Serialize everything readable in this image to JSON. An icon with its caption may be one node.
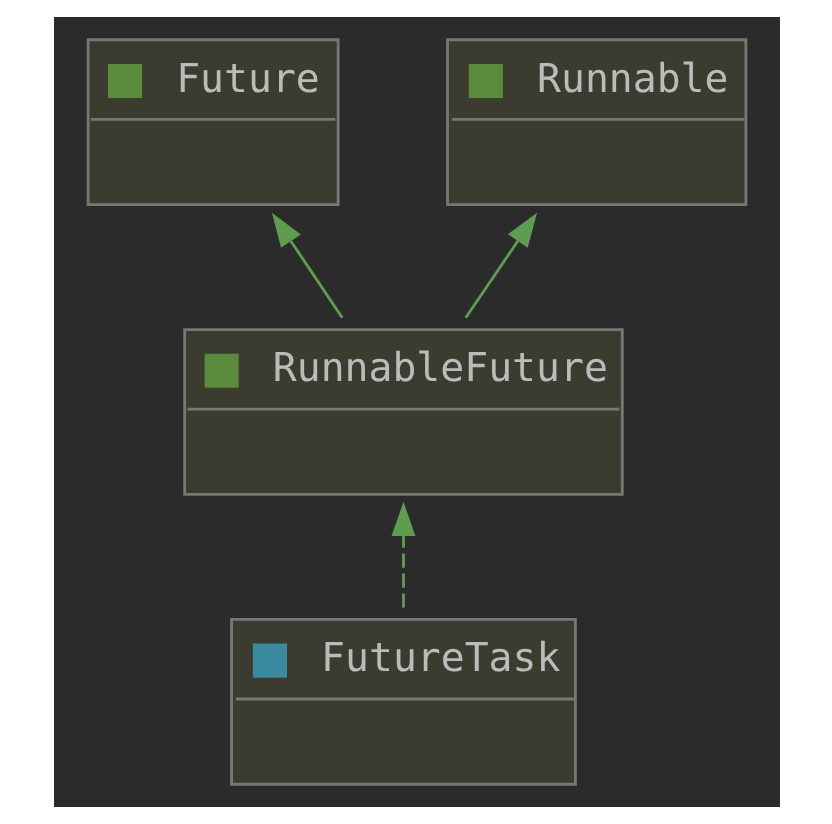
{
  "diagram": {
    "nodes": [
      {
        "text": [
          "Future"
        ]
      },
      {
        "text": [
          "Runnable"
        ]
      },
      {
        "text": [
          "RunnableFuture"
        ]
      },
      {
        "text": [
          "FutureTask"
        ]
      }
    ],
    "edges": [
      {
        "from": 2,
        "to": 0,
        "arrow": "to"
      },
      {
        "from": 2,
        "to": 1,
        "arrow": "to"
      },
      {
        "from": 3,
        "to": 2,
        "arrow": "to",
        "style": "dashed"
      }
    ]
  }
}
